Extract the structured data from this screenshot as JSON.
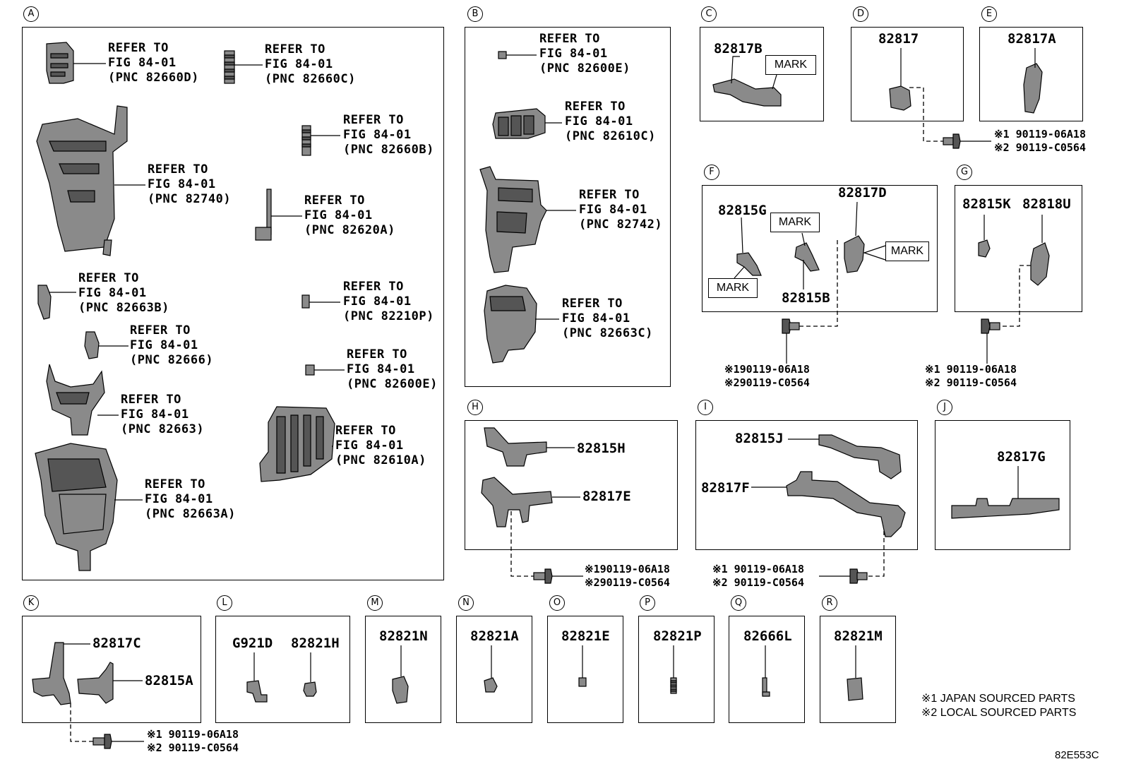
{
  "sections": {
    "A": {
      "letter": "A",
      "refs": [
        {
          "lines": [
            "REFER TO",
            "FIG 84-01",
            "(PNC 82660D)"
          ]
        },
        {
          "lines": [
            "REFER TO",
            "FIG 84-01",
            "(PNC 82660C)"
          ]
        },
        {
          "lines": [
            "REFER TO",
            "FIG 84-01",
            "(PNC 82660B)"
          ]
        },
        {
          "lines": [
            "REFER TO",
            "FIG 84-01",
            "(PNC 82740)"
          ]
        },
        {
          "lines": [
            "REFER TO",
            "FIG 84-01",
            "(PNC 82620A)"
          ]
        },
        {
          "lines": [
            "REFER TO",
            "FIG 84-01",
            "(PNC 82663B)"
          ]
        },
        {
          "lines": [
            "REFER TO",
            "FIG 84-01",
            "(PNC 82210P)"
          ]
        },
        {
          "lines": [
            "REFER TO",
            "FIG 84-01",
            "(PNC 82666)"
          ]
        },
        {
          "lines": [
            "REFER TO",
            "FIG 84-01",
            "(PNC 82600E)"
          ]
        },
        {
          "lines": [
            "REFER TO",
            "FIG 84-01",
            "(PNC 82663)"
          ]
        },
        {
          "lines": [
            "REFER TO",
            "FIG 84-01",
            "(PNC 82610A)"
          ]
        },
        {
          "lines": [
            "REFER TO",
            "FIG 84-01",
            "(PNC 82663A)"
          ]
        }
      ]
    },
    "B": {
      "letter": "B",
      "refs": [
        {
          "lines": [
            "REFER TO",
            "FIG 84-01",
            "(PNC 82600E)"
          ]
        },
        {
          "lines": [
            "REFER TO",
            "FIG 84-01",
            "(PNC 82610C)"
          ]
        },
        {
          "lines": [
            "REFER TO",
            "FIG 84-01",
            "(PNC 82742)"
          ]
        },
        {
          "lines": [
            "REFER TO",
            "FIG 84-01",
            "(PNC 82663C)"
          ]
        }
      ]
    },
    "C": {
      "letter": "C",
      "part": "82817B",
      "mark": "MARK"
    },
    "D": {
      "letter": "D",
      "part": "82817"
    },
    "E": {
      "letter": "E",
      "part": "82817A"
    },
    "F": {
      "letter": "F",
      "parts": [
        "82815G",
        "82817D",
        "82815B"
      ],
      "marks": [
        "MARK",
        "MARK",
        "MARK"
      ]
    },
    "G": {
      "letter": "G",
      "parts": [
        "82815K",
        "82818U"
      ]
    },
    "H": {
      "letter": "H",
      "parts": [
        "82815H",
        "82817E"
      ]
    },
    "I": {
      "letter": "I",
      "parts": [
        "82815J",
        "82817F"
      ]
    },
    "J": {
      "letter": "J",
      "part": "82817G"
    },
    "K": {
      "letter": "K",
      "parts": [
        "82817C",
        "82815A"
      ]
    },
    "L": {
      "letter": "L",
      "parts": [
        "G921D",
        "82821H"
      ]
    },
    "M": {
      "letter": "M",
      "part": "82821N"
    },
    "N": {
      "letter": "N",
      "part": "82821A"
    },
    "O": {
      "letter": "O",
      "part": "82821E"
    },
    "P": {
      "letter": "P",
      "part": "82821P"
    },
    "Q": {
      "letter": "Q",
      "part": "82666L"
    },
    "R": {
      "letter": "R",
      "part": "82821M"
    }
  },
  "fasteners": {
    "line1": "※1 90119-06A18",
    "line2": "※2 90119-C0564",
    "line1_tight": "※190119-06A18",
    "line2_tight": "※290119-C0564"
  },
  "legend": {
    "note1": "※1 JAPAN SOURCED PARTS",
    "note2": "※2 LOCAL SOURCED PARTS"
  },
  "figure_code": "82E553C"
}
